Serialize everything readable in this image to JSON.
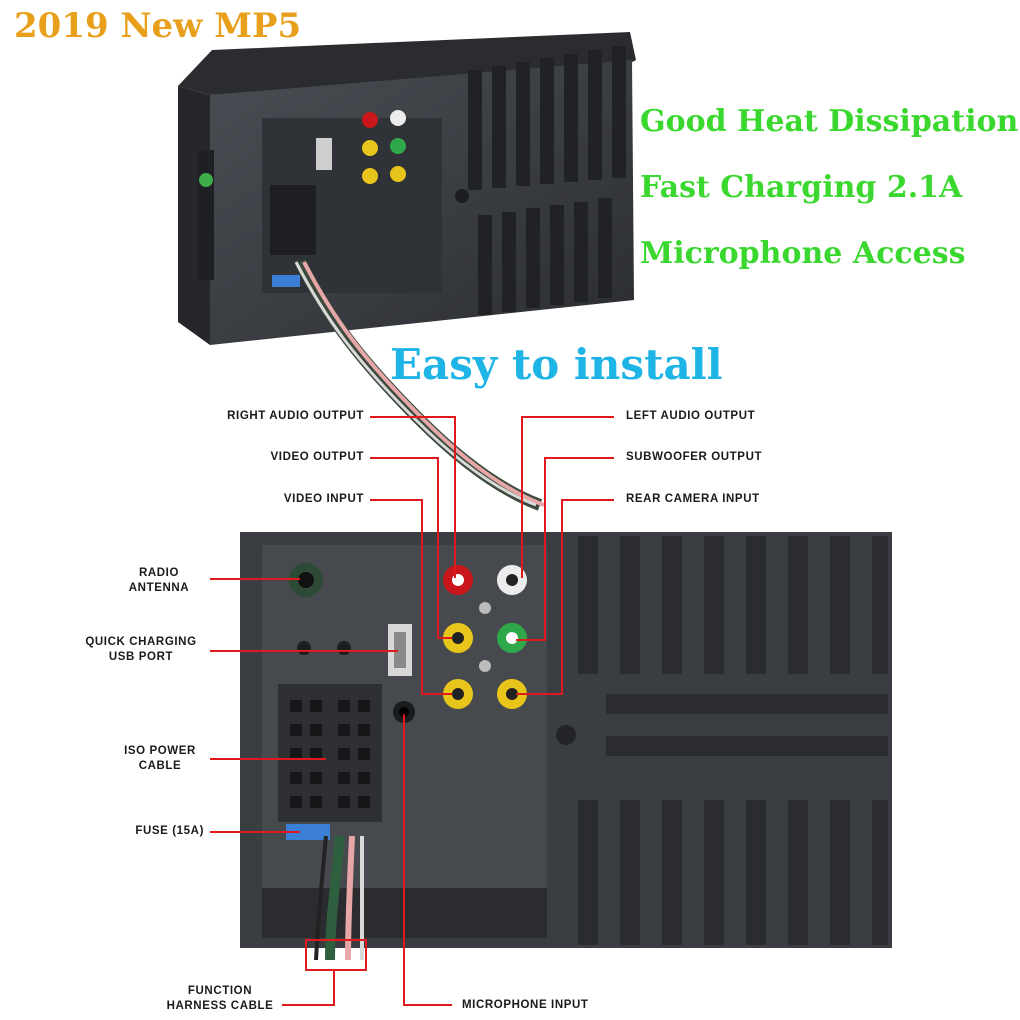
{
  "headline": {
    "title": "2019 New MP5",
    "features": [
      "Good Heat Dissipation",
      "Fast Charging 2.1A",
      "Microphone Access"
    ],
    "install": "Easy to install"
  },
  "labels": {
    "right_audio_output": "RIGHT AUDIO OUTPUT",
    "left_audio_output": "LEFT AUDIO OUTPUT",
    "video_output": "VIDEO OUTPUT",
    "subwoofer_output": "SUBWOOFER OUTPUT",
    "video_input": "VIDEO INPUT",
    "rear_camera_input": "REAR CAMERA INPUT",
    "radio_antenna": [
      "RADIO",
      "ANTENNA"
    ],
    "usb_port": [
      "QUICK CHARGING",
      "USB PORT"
    ],
    "iso_power": [
      "ISO POWER",
      "CABLE"
    ],
    "fuse": "FUSE (15A)",
    "function_harness": [
      "FUNCTION",
      "HARNESS CABLE"
    ],
    "microphone_input": "MICROPHONE INPUT"
  },
  "colors": {
    "title": "#e8a01c",
    "features": "#3ad82e",
    "install": "#1fb4e6",
    "leader_line": "#e0191c",
    "device_body": "#3a3d42"
  }
}
